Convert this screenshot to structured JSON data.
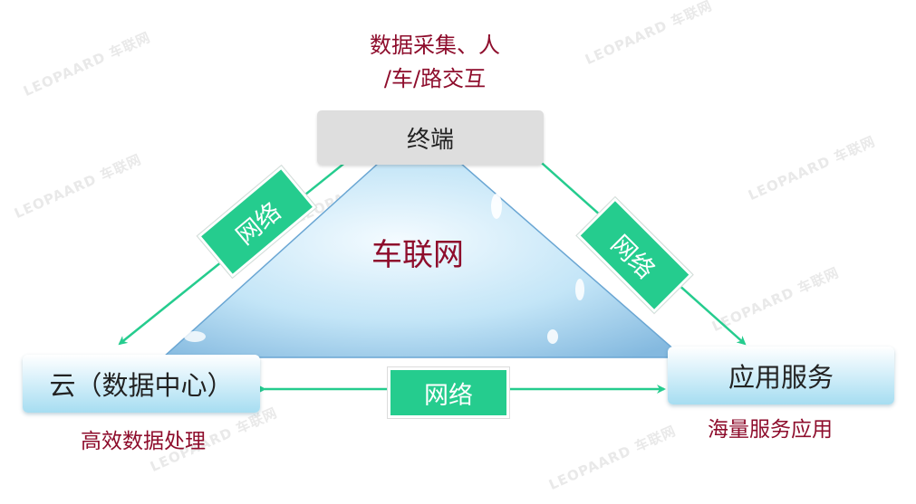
{
  "terminal": {
    "label": "终端",
    "caption_line1": "数据采集、人",
    "caption_line2": "/车/路交互"
  },
  "cloud": {
    "label": "云（数据中心）",
    "caption": "高效数据处理"
  },
  "service": {
    "label": "应用服务",
    "caption": "海量服务应用"
  },
  "center_label": "车联网",
  "network_labels": {
    "left": "网络",
    "right": "网络",
    "bottom": "网络"
  },
  "watermark": "LEOPAARD 车联网",
  "colors": {
    "arrow": "#25cc8e",
    "network_badge": "#25cc8e",
    "caption_text": "#8e0d2c",
    "triangle_light": "#e9f7fd",
    "triangle_dark": "#7fb4dc"
  }
}
